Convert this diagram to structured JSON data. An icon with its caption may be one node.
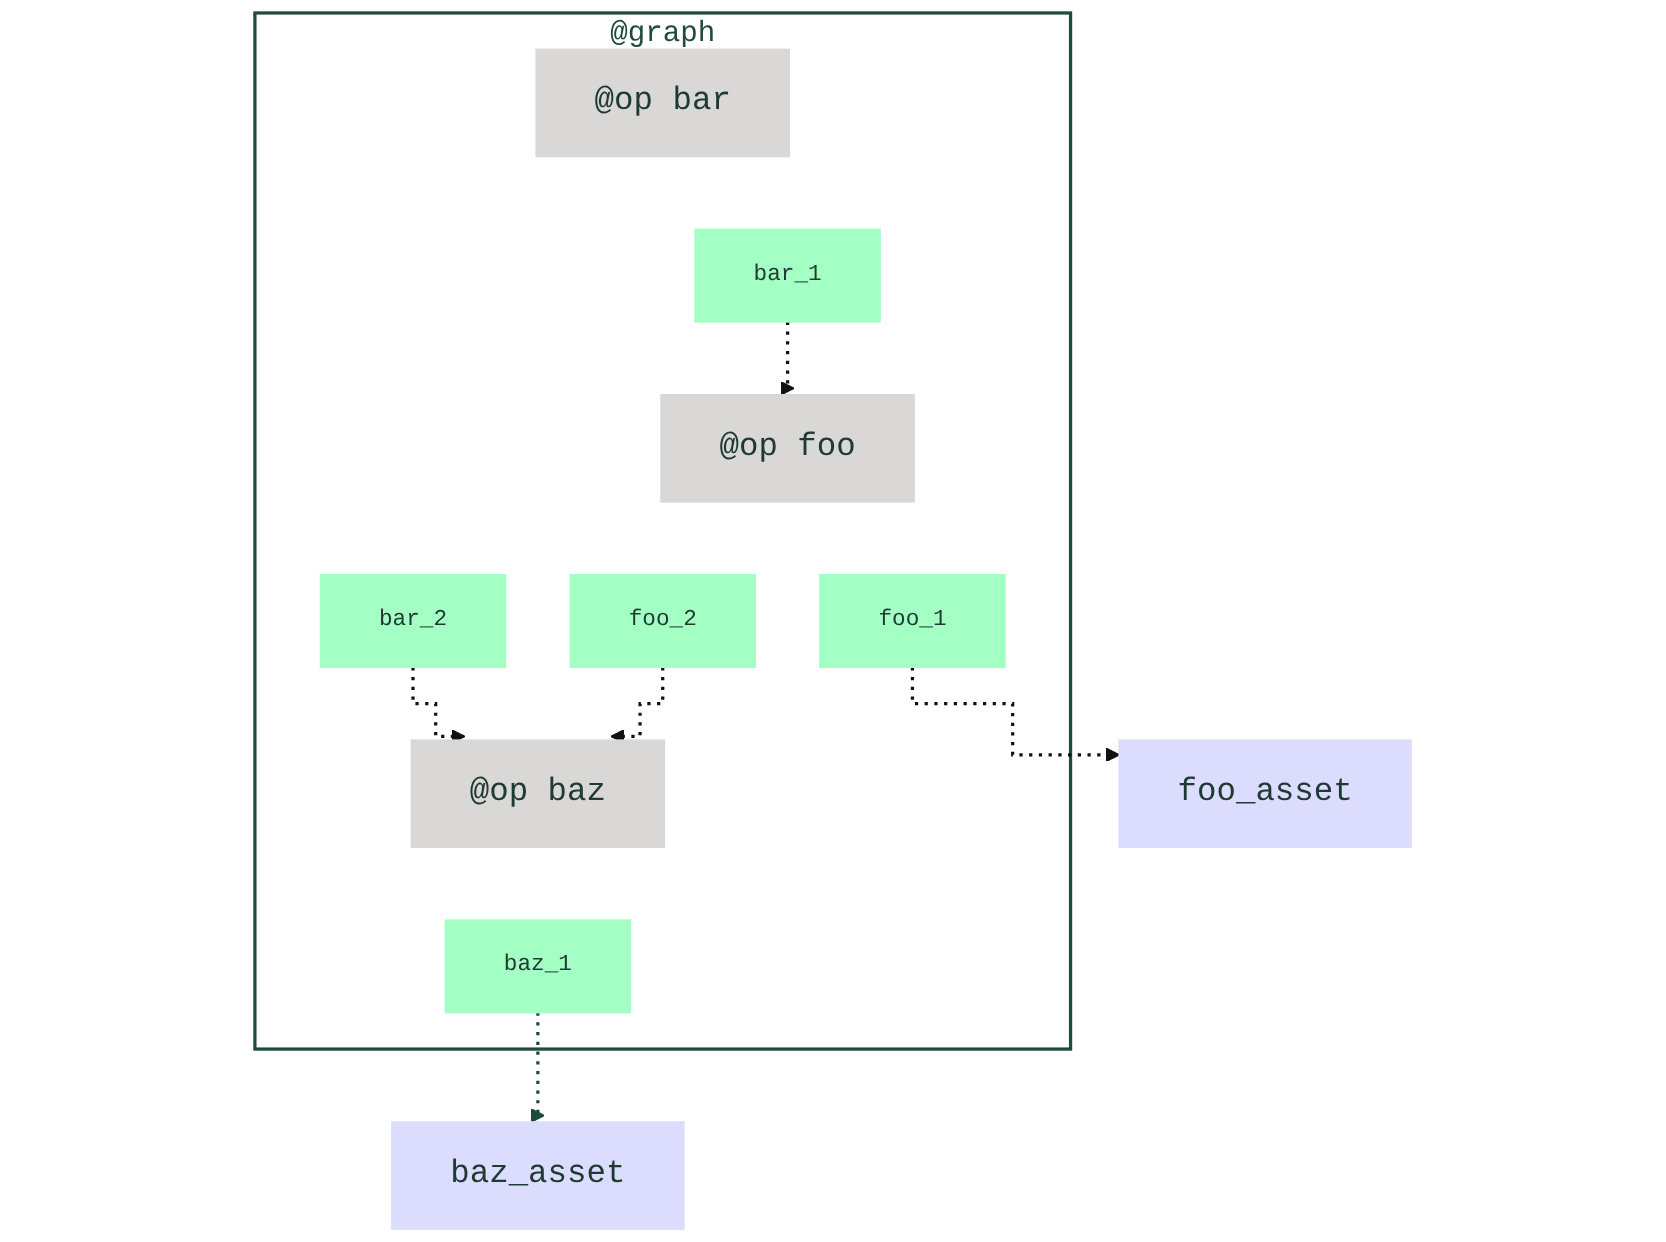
{
  "diagram": {
    "nodes": [
      {
        "text": [
          "@graph"
        ]
      },
      {
        "text": [
          "@op bar"
        ],
        "in": 0
      },
      {
        "text": [
          "bar_1"
        ],
        "in": 0
      },
      {
        "text": [
          "bar_2"
        ],
        "in": 0
      },
      {
        "text": [
          "@op foo"
        ],
        "in": 0
      },
      {
        "text": [
          "foo_1"
        ],
        "in": 0
      },
      {
        "text": [
          "foo_2"
        ],
        "in": 0
      },
      {
        "text": [
          "@op baz"
        ],
        "in": 0
      },
      {
        "text": [
          "baz_1"
        ],
        "in": 0
      },
      {
        "text": [
          "foo_asset"
        ]
      },
      {
        "text": [
          "baz_asset"
        ]
      }
    ],
    "edges": [
      {
        "from": 2,
        "to": 4,
        "arrow": "to",
        "style": "dashed"
      },
      {
        "from": 3,
        "to": 7,
        "arrow": "to",
        "style": "dashed"
      },
      {
        "from": 6,
        "to": 7,
        "arrow": "to",
        "style": "dashed"
      },
      {
        "from": 5,
        "to": 9,
        "arrow": "to",
        "style": "dashed"
      },
      {
        "from": 8,
        "to": 10,
        "arrow": "to",
        "style": "dashed",
        "color": "#1f4a3f"
      }
    ]
  }
}
